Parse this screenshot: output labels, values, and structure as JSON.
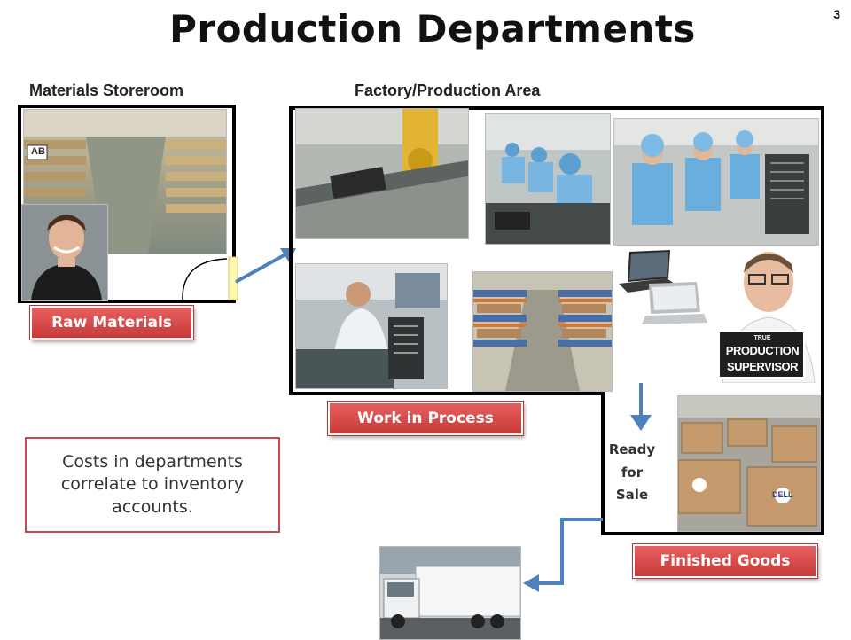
{
  "slide": {
    "title": "Production Departments",
    "page_number": "3"
  },
  "sections": {
    "storeroom_label": "Materials Storeroom",
    "factory_label": "Factory/Production Area"
  },
  "badges": {
    "raw_materials": "Raw Materials",
    "work_in_process": "Work in Process",
    "finished_goods": "Finished Goods"
  },
  "note": "Costs in departments correlate to inventory accounts.",
  "ready_for_sale": {
    "line1": "Ready",
    "line2": "for",
    "line3": "Sale"
  },
  "photos": {
    "supervisor_shirt_line1": "TRUE",
    "supervisor_shirt_line2": "PRODUCTION",
    "supervisor_shirt_line3": "SUPERVISOR",
    "aisle_sign": "AB",
    "box_brand": "DELL"
  },
  "colors": {
    "badge_red": "#d9484a",
    "arrow_blue": "#4f81bd",
    "note_border": "#c8494a"
  }
}
